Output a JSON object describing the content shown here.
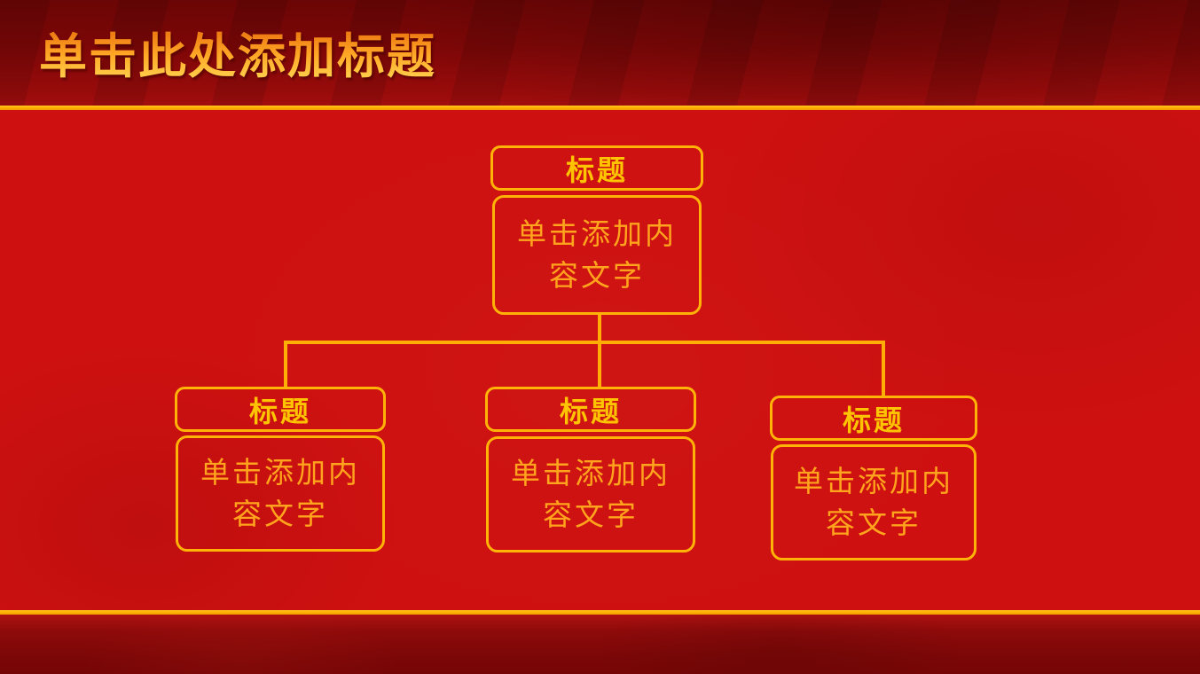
{
  "slide_title": "单击此处添加标题",
  "colors": {
    "main_background_red": "#CE1010",
    "band_dark_red": "#7D0707",
    "gold_divider": "#FFAE00",
    "box_border_gold": "#FFB306",
    "heading_text_gold": "#FFC400",
    "body_text_orange": "#FFA41C",
    "title_gradient_top": "#EE7D14",
    "title_gradient_bottom": "#FFD24E"
  },
  "org_chart": {
    "root": {
      "heading": "标题",
      "body": "单击添加内容文字"
    },
    "children": [
      {
        "heading": "标题",
        "body": "单击添加内容文字"
      },
      {
        "heading": "标题",
        "body": "单击添加内容文字"
      },
      {
        "heading": "标题",
        "body": "单击添加内容文字"
      }
    ]
  }
}
